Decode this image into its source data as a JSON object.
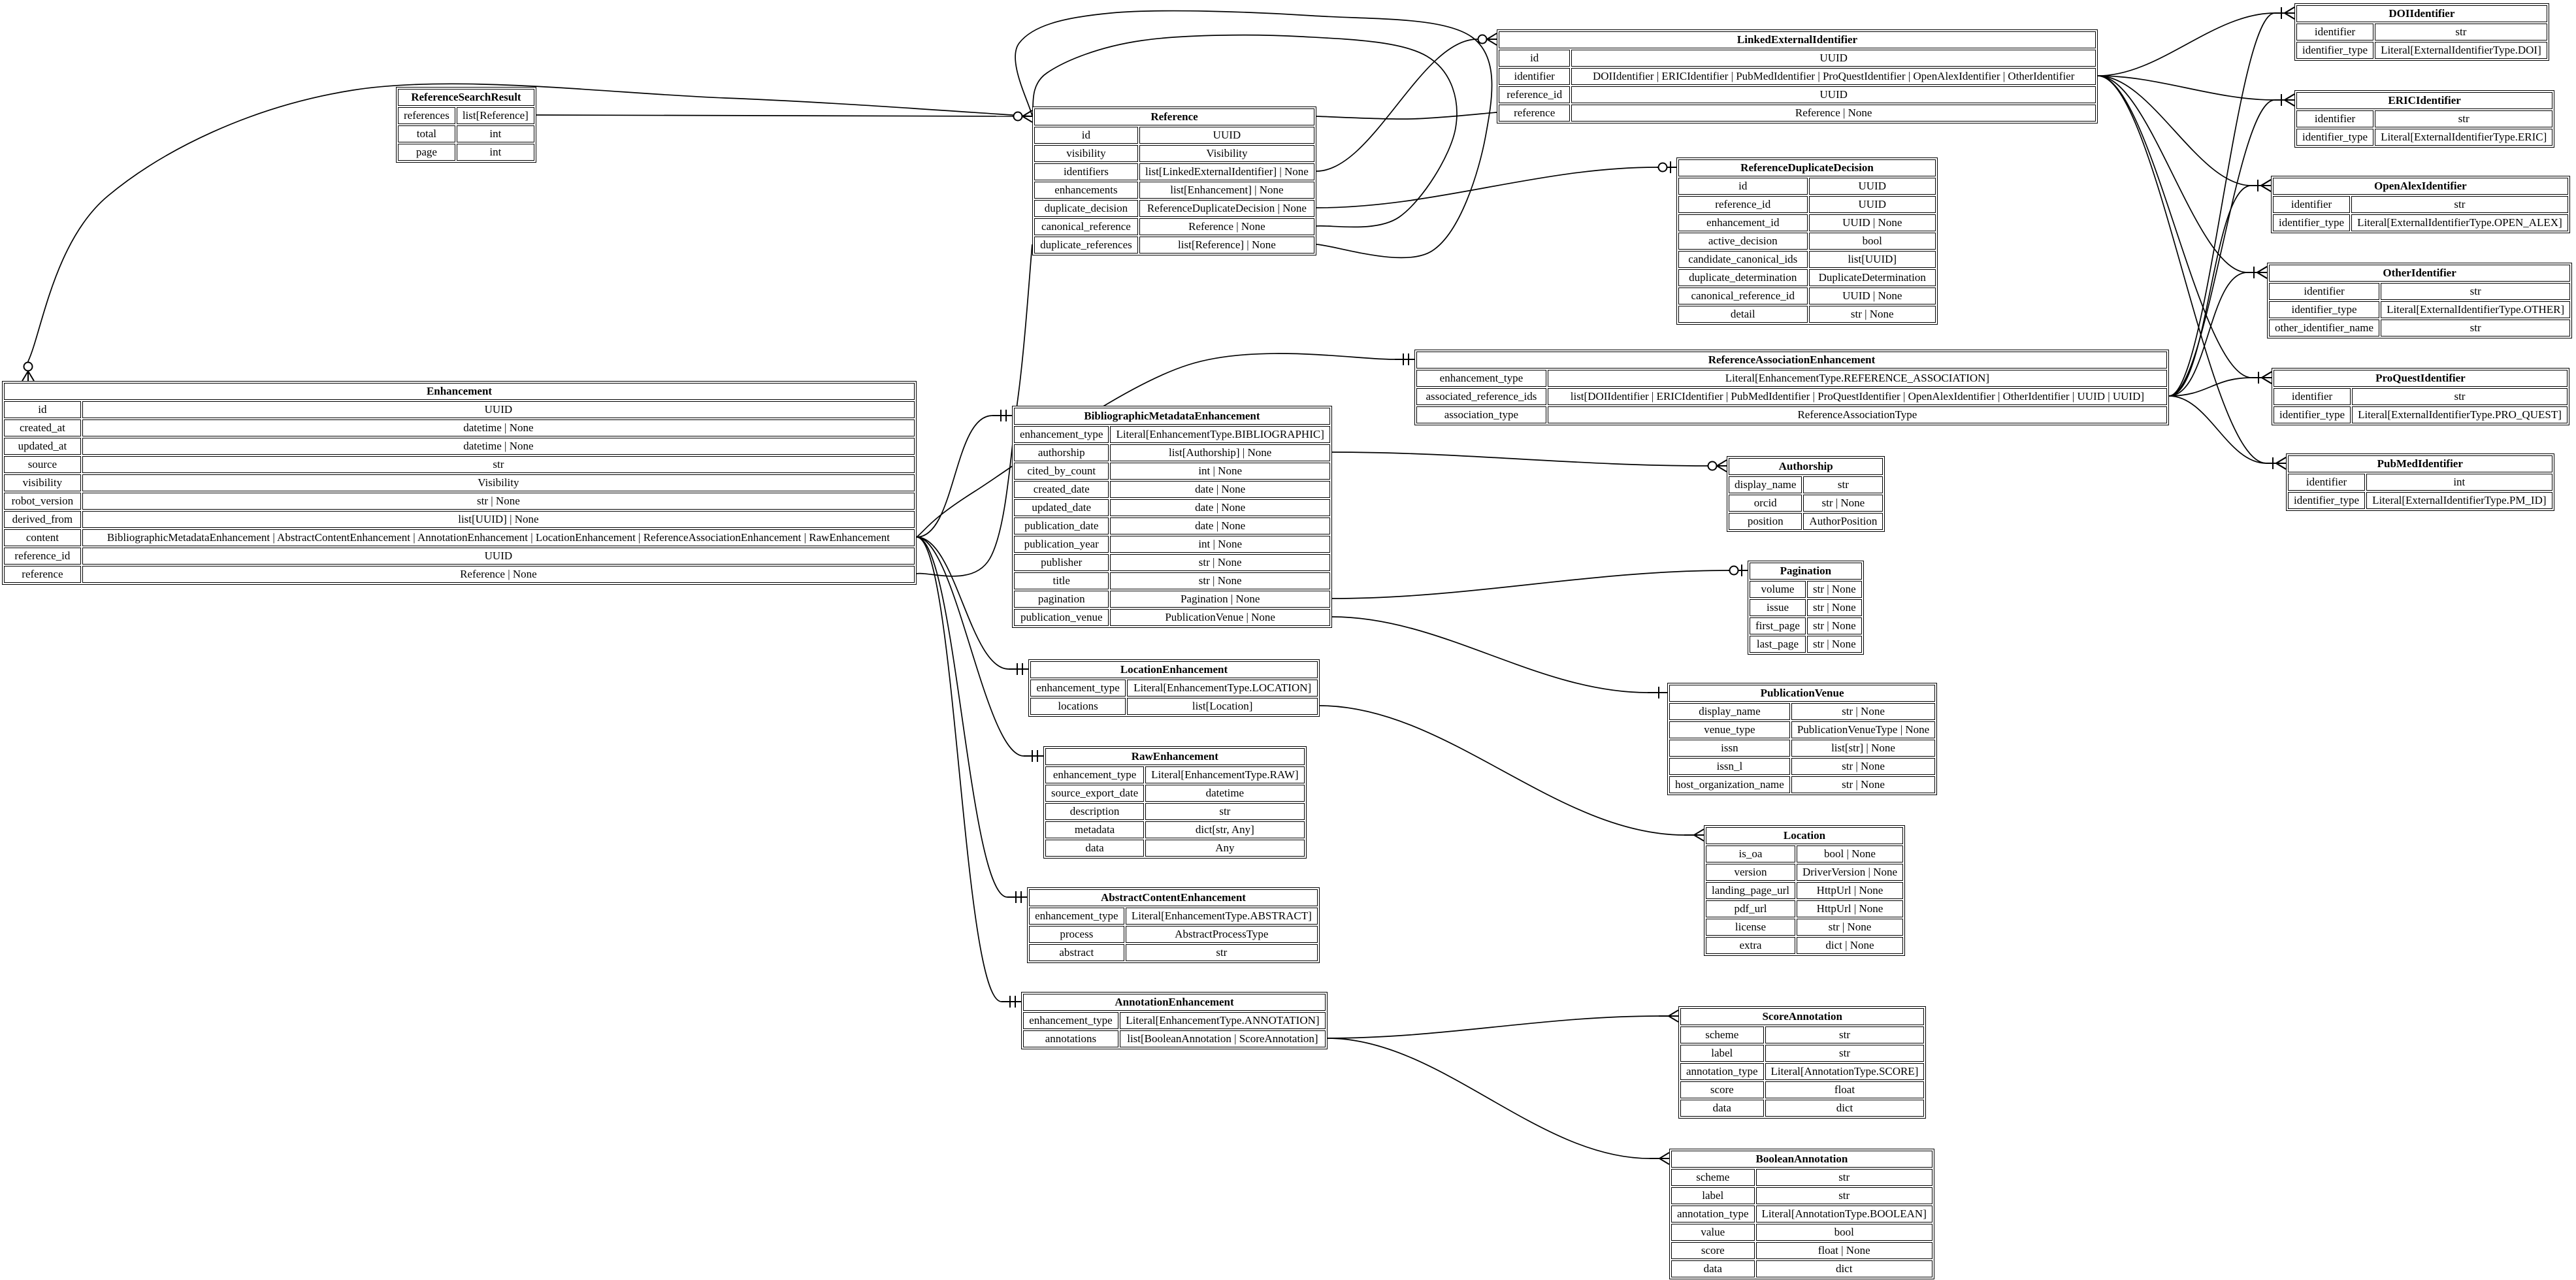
{
  "diagram": {
    "kind": "entity-relationship-diagram",
    "colors": {
      "line": "#000000",
      "background": "#ffffff",
      "table_background": "#ffffff",
      "text": "#000000"
    },
    "tables": [
      {
        "name": "ReferenceSearchResult",
        "fields": [
          [
            "references",
            "list[Reference]"
          ],
          [
            "total",
            "int"
          ],
          [
            "page",
            "int"
          ]
        ]
      },
      {
        "name": "Reference",
        "fields": [
          [
            "id",
            "UUID"
          ],
          [
            "visibility",
            "Visibility"
          ],
          [
            "identifiers",
            "list[LinkedExternalIdentifier] | None"
          ],
          [
            "enhancements",
            "list[Enhancement] | None"
          ],
          [
            "duplicate_decision",
            "ReferenceDuplicateDecision | None"
          ],
          [
            "canonical_reference",
            "Reference | None"
          ],
          [
            "duplicate_references",
            "list[Reference] | None"
          ]
        ]
      },
      {
        "name": "LinkedExternalIdentifier",
        "fields": [
          [
            "id",
            "UUID"
          ],
          [
            "identifier",
            "DOIIdentifier | ERICIdentifier | PubMedIdentifier | ProQuestIdentifier | OpenAlexIdentifier | OtherIdentifier"
          ],
          [
            "reference_id",
            "UUID"
          ],
          [
            "reference",
            "Reference | None"
          ]
        ]
      },
      {
        "name": "DOIIdentifier",
        "fields": [
          [
            "identifier",
            "str"
          ],
          [
            "identifier_type",
            "Literal[ExternalIdentifierType.DOI]"
          ]
        ]
      },
      {
        "name": "ERICIdentifier",
        "fields": [
          [
            "identifier",
            "str"
          ],
          [
            "identifier_type",
            "Literal[ExternalIdentifierType.ERIC]"
          ]
        ]
      },
      {
        "name": "OpenAlexIdentifier",
        "fields": [
          [
            "identifier",
            "str"
          ],
          [
            "identifier_type",
            "Literal[ExternalIdentifierType.OPEN_ALEX]"
          ]
        ]
      },
      {
        "name": "OtherIdentifier",
        "fields": [
          [
            "identifier",
            "str"
          ],
          [
            "identifier_type",
            "Literal[ExternalIdentifierType.OTHER]"
          ],
          [
            "other_identifier_name",
            "str"
          ]
        ]
      },
      {
        "name": "ProQuestIdentifier",
        "fields": [
          [
            "identifier",
            "str"
          ],
          [
            "identifier_type",
            "Literal[ExternalIdentifierType.PRO_QUEST]"
          ]
        ]
      },
      {
        "name": "PubMedIdentifier",
        "fields": [
          [
            "identifier",
            "int"
          ],
          [
            "identifier_type",
            "Literal[ExternalIdentifierType.PM_ID]"
          ]
        ]
      },
      {
        "name": "ReferenceDuplicateDecision",
        "fields": [
          [
            "id",
            "UUID"
          ],
          [
            "reference_id",
            "UUID"
          ],
          [
            "enhancement_id",
            "UUID | None"
          ],
          [
            "active_decision",
            "bool"
          ],
          [
            "candidate_canonical_ids",
            "list[UUID]"
          ],
          [
            "duplicate_determination",
            "DuplicateDetermination"
          ],
          [
            "canonical_reference_id",
            "UUID | None"
          ],
          [
            "detail",
            "str | None"
          ]
        ]
      },
      {
        "name": "ReferenceAssociationEnhancement",
        "fields": [
          [
            "enhancement_type",
            "Literal[EnhancementType.REFERENCE_ASSOCIATION]"
          ],
          [
            "associated_reference_ids",
            "list[DOIIdentifier | ERICIdentifier | PubMedIdentifier | ProQuestIdentifier | OpenAlexIdentifier | OtherIdentifier | UUID | UUID]"
          ],
          [
            "association_type",
            "ReferenceAssociationType"
          ]
        ]
      },
      {
        "name": "Enhancement",
        "fields": [
          [
            "id",
            "UUID"
          ],
          [
            "created_at",
            "datetime | None"
          ],
          [
            "updated_at",
            "datetime | None"
          ],
          [
            "source",
            "str"
          ],
          [
            "visibility",
            "Visibility"
          ],
          [
            "robot_version",
            "str | None"
          ],
          [
            "derived_from",
            "list[UUID] | None"
          ],
          [
            "content",
            "BibliographicMetadataEnhancement | AbstractContentEnhancement | AnnotationEnhancement | LocationEnhancement | ReferenceAssociationEnhancement | RawEnhancement"
          ],
          [
            "reference_id",
            "UUID"
          ],
          [
            "reference",
            "Reference | None"
          ]
        ]
      },
      {
        "name": "BibliographicMetadataEnhancement",
        "fields": [
          [
            "enhancement_type",
            "Literal[EnhancementType.BIBLIOGRAPHIC]"
          ],
          [
            "authorship",
            "list[Authorship] | None"
          ],
          [
            "cited_by_count",
            "int | None"
          ],
          [
            "created_date",
            "date | None"
          ],
          [
            "updated_date",
            "date | None"
          ],
          [
            "publication_date",
            "date | None"
          ],
          [
            "publication_year",
            "int | None"
          ],
          [
            "publisher",
            "str | None"
          ],
          [
            "title",
            "str | None"
          ],
          [
            "pagination",
            "Pagination | None"
          ],
          [
            "publication_venue",
            "PublicationVenue | None"
          ]
        ]
      },
      {
        "name": "Authorship",
        "fields": [
          [
            "display_name",
            "str"
          ],
          [
            "orcid",
            "str | None"
          ],
          [
            "position",
            "AuthorPosition"
          ]
        ]
      },
      {
        "name": "Pagination",
        "fields": [
          [
            "volume",
            "str | None"
          ],
          [
            "issue",
            "str | None"
          ],
          [
            "first_page",
            "str | None"
          ],
          [
            "last_page",
            "str | None"
          ]
        ]
      },
      {
        "name": "LocationEnhancement",
        "fields": [
          [
            "enhancement_type",
            "Literal[EnhancementType.LOCATION]"
          ],
          [
            "locations",
            "list[Location]"
          ]
        ]
      },
      {
        "name": "RawEnhancement",
        "fields": [
          [
            "enhancement_type",
            "Literal[EnhancementType.RAW]"
          ],
          [
            "source_export_date",
            "datetime"
          ],
          [
            "description",
            "str"
          ],
          [
            "metadata",
            "dict[str, Any]"
          ],
          [
            "data",
            "Any"
          ]
        ]
      },
      {
        "name": "PublicationVenue",
        "fields": [
          [
            "display_name",
            "str | None"
          ],
          [
            "venue_type",
            "PublicationVenueType | None"
          ],
          [
            "issn",
            "list[str] | None"
          ],
          [
            "issn_l",
            "str | None"
          ],
          [
            "host_organization_name",
            "str | None"
          ]
        ]
      },
      {
        "name": "Location",
        "fields": [
          [
            "is_oa",
            "bool | None"
          ],
          [
            "version",
            "DriverVersion | None"
          ],
          [
            "landing_page_url",
            "HttpUrl | None"
          ],
          [
            "pdf_url",
            "HttpUrl | None"
          ],
          [
            "license",
            "str | None"
          ],
          [
            "extra",
            "dict | None"
          ]
        ]
      },
      {
        "name": "AbstractContentEnhancement",
        "fields": [
          [
            "enhancement_type",
            "Literal[EnhancementType.ABSTRACT]"
          ],
          [
            "process",
            "AbstractProcessType"
          ],
          [
            "abstract",
            "str"
          ]
        ]
      },
      {
        "name": "AnnotationEnhancement",
        "fields": [
          [
            "enhancement_type",
            "Literal[EnhancementType.ANNOTATION]"
          ],
          [
            "annotations",
            "list[BooleanAnnotation | ScoreAnnotation]"
          ]
        ]
      },
      {
        "name": "ScoreAnnotation",
        "fields": [
          [
            "scheme",
            "str"
          ],
          [
            "label",
            "str"
          ],
          [
            "annotation_type",
            "Literal[AnnotationType.SCORE]"
          ],
          [
            "score",
            "float"
          ],
          [
            "data",
            "dict"
          ]
        ]
      },
      {
        "name": "BooleanAnnotation",
        "fields": [
          [
            "scheme",
            "str"
          ],
          [
            "label",
            "str"
          ],
          [
            "annotation_type",
            "Literal[AnnotationType.BOOLEAN]"
          ],
          [
            "value",
            "bool"
          ],
          [
            "score",
            "float | None"
          ],
          [
            "data",
            "dict"
          ]
        ]
      }
    ],
    "edges": [
      {
        "from": "ReferenceSearchResult.references",
        "to": "Reference",
        "cardinality": "zero-many"
      },
      {
        "from": "Reference.enhancements",
        "to": "Enhancement",
        "cardinality": "zero-many"
      },
      {
        "from": "Reference.identifiers",
        "to": "LinkedExternalIdentifier",
        "cardinality": "zero-many"
      },
      {
        "from": "Reference.duplicate_decision",
        "to": "ReferenceDuplicateDecision",
        "cardinality": "zero-one"
      },
      {
        "from": "Reference.canonical_reference",
        "to": "Reference",
        "cardinality": "zero-one"
      },
      {
        "from": "Reference.duplicate_references",
        "to": "Reference",
        "cardinality": "zero-many"
      },
      {
        "from": "LinkedExternalIdentifier.reference",
        "to": "Reference",
        "cardinality": "zero-one"
      },
      {
        "from": "LinkedExternalIdentifier.identifier",
        "to": "DOIIdentifier",
        "cardinality": "one-many"
      },
      {
        "from": "LinkedExternalIdentifier.identifier",
        "to": "ERICIdentifier",
        "cardinality": "one-many"
      },
      {
        "from": "LinkedExternalIdentifier.identifier",
        "to": "OpenAlexIdentifier",
        "cardinality": "one-many"
      },
      {
        "from": "LinkedExternalIdentifier.identifier",
        "to": "OtherIdentifier",
        "cardinality": "one-many"
      },
      {
        "from": "LinkedExternalIdentifier.identifier",
        "to": "ProQuestIdentifier",
        "cardinality": "one-many"
      },
      {
        "from": "LinkedExternalIdentifier.identifier",
        "to": "PubMedIdentifier",
        "cardinality": "one-many"
      },
      {
        "from": "ReferenceAssociationEnhancement.associated_reference_ids",
        "to": "DOIIdentifier",
        "cardinality": "one-many"
      },
      {
        "from": "ReferenceAssociationEnhancement.associated_reference_ids",
        "to": "ERICIdentifier",
        "cardinality": "one-many"
      },
      {
        "from": "ReferenceAssociationEnhancement.associated_reference_ids",
        "to": "OpenAlexIdentifier",
        "cardinality": "one-many"
      },
      {
        "from": "ReferenceAssociationEnhancement.associated_reference_ids",
        "to": "OtherIdentifier",
        "cardinality": "one-many"
      },
      {
        "from": "ReferenceAssociationEnhancement.associated_reference_ids",
        "to": "ProQuestIdentifier",
        "cardinality": "one-many"
      },
      {
        "from": "ReferenceAssociationEnhancement.associated_reference_ids",
        "to": "PubMedIdentifier",
        "cardinality": "one-many"
      },
      {
        "from": "Enhancement.content",
        "to": "BibliographicMetadataEnhancement",
        "cardinality": "one-one"
      },
      {
        "from": "Enhancement.content",
        "to": "LocationEnhancement",
        "cardinality": "one-one"
      },
      {
        "from": "Enhancement.content",
        "to": "RawEnhancement",
        "cardinality": "one-one"
      },
      {
        "from": "Enhancement.content",
        "to": "AbstractContentEnhancement",
        "cardinality": "one-one"
      },
      {
        "from": "Enhancement.content",
        "to": "AnnotationEnhancement",
        "cardinality": "one-one"
      },
      {
        "from": "Enhancement.content",
        "to": "ReferenceAssociationEnhancement",
        "cardinality": "one-one"
      },
      {
        "from": "Enhancement.reference",
        "to": "Reference",
        "cardinality": "zero-one"
      },
      {
        "from": "BibliographicMetadataEnhancement.authorship",
        "to": "Authorship",
        "cardinality": "zero-many"
      },
      {
        "from": "BibliographicMetadataEnhancement.pagination",
        "to": "Pagination",
        "cardinality": "zero-one"
      },
      {
        "from": "BibliographicMetadataEnhancement.publication_venue",
        "to": "PublicationVenue",
        "cardinality": "one"
      },
      {
        "from": "LocationEnhancement.locations",
        "to": "Location",
        "cardinality": "many"
      },
      {
        "from": "AnnotationEnhancement.annotations",
        "to": "ScoreAnnotation",
        "cardinality": "many"
      },
      {
        "from": "AnnotationEnhancement.annotations",
        "to": "BooleanAnnotation",
        "cardinality": "many"
      }
    ]
  }
}
